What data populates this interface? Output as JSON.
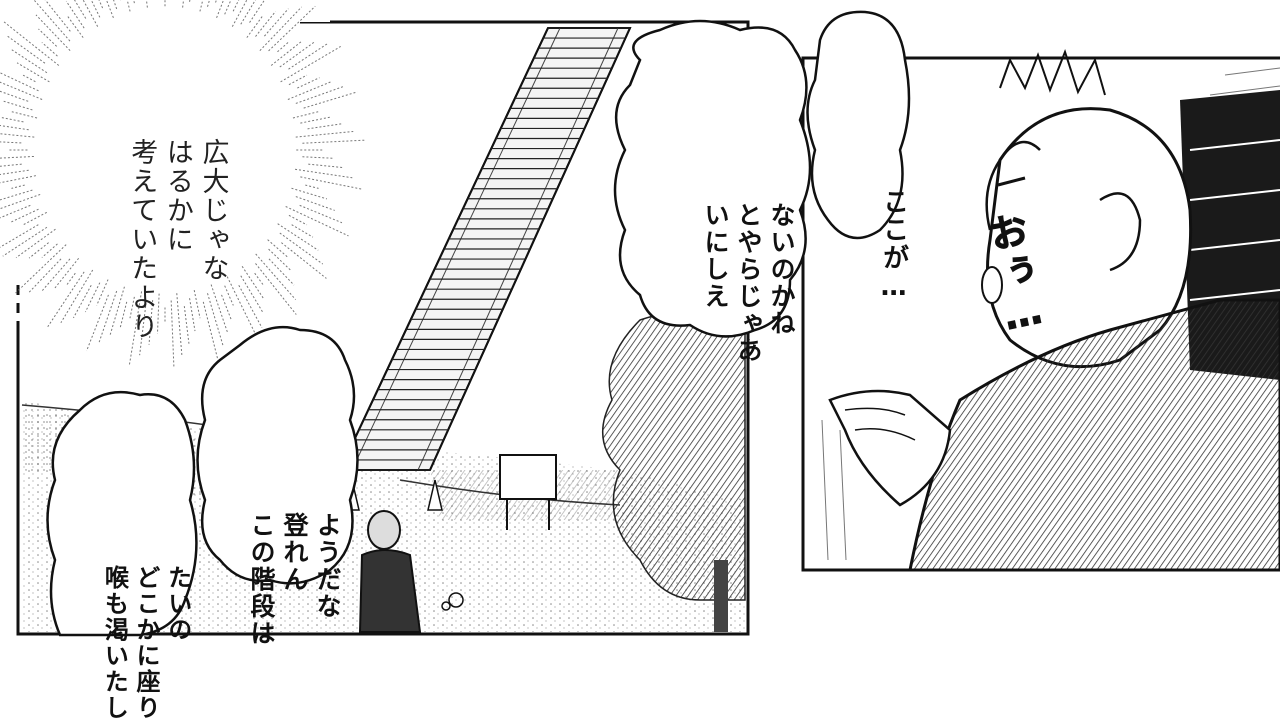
{
  "thought_bubble": {
    "lines": [
      "考えていたより",
      "はるかに",
      "広大じゃな"
    ]
  },
  "speech_left": {
    "lines": [
      "この階段は",
      "登れん",
      "ようだな"
    ]
  },
  "speech_bottom_left": {
    "lines": [
      "喉も渇いたし",
      "どこかに座り",
      "たいの"
    ]
  },
  "speech_top_middle": {
    "lines": [
      "いにしえ",
      "とやらじゃあ",
      "ないのかね"
    ]
  },
  "speech_top_right": {
    "lines": [
      "ここが…"
    ]
  },
  "sound_effect": {
    "text": "おぅ…"
  }
}
